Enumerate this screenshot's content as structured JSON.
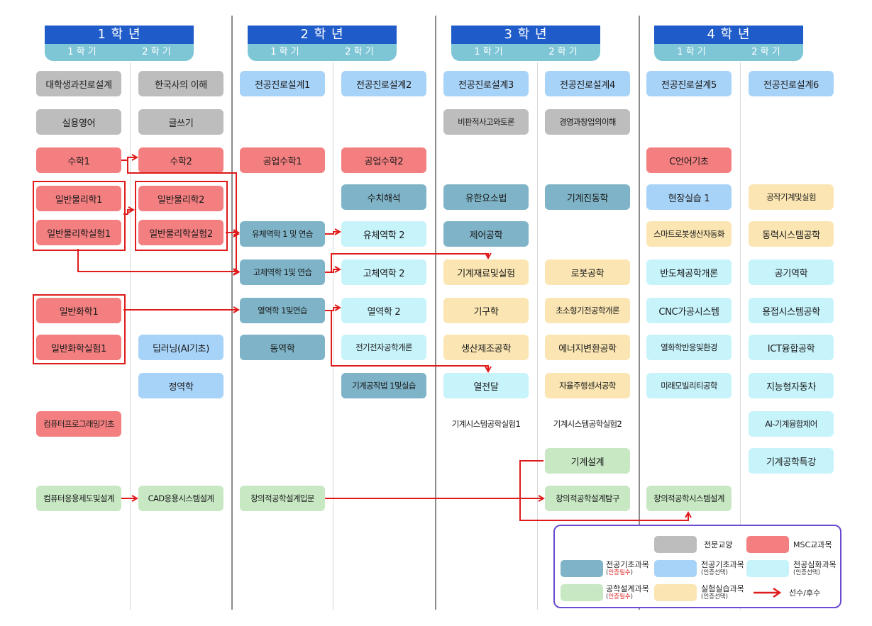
{
  "years": [
    {
      "label": "1 학 년",
      "sem1": "1 학 기",
      "sem2": "2 학 기"
    },
    {
      "label": "2 학 년",
      "sem1": "1 학 기",
      "sem2": "2 학 기"
    },
    {
      "label": "3 학 년",
      "sem1": "1 학 기",
      "sem2": "2 학 기"
    },
    {
      "label": "4 학 년",
      "sem1": "1 학 기",
      "sem2": "2 학 기"
    }
  ],
  "courses": {
    "y1s1": {
      "intro_career": "대학생과진로설계",
      "practical_english": "실용영어",
      "math1": "수학1",
      "physics1": "일반물리학1",
      "physics_lab1": "일반물리학실험1",
      "chemistry1": "일반화학1",
      "chemistry_lab1": "일반화학실험1",
      "programming_basics": "컴퓨터프로그래밍기초",
      "computer_drawing": "컴퓨터응용제도및설계"
    },
    "y1s2": {
      "korean_history": "한국사의 이해",
      "writing": "글쓰기",
      "math2": "수학2",
      "physics2": "일반물리학2",
      "physics_lab2": "일반물리학실험2",
      "deep_learning": "딥러닝(AI기초)",
      "statics": "정역학",
      "cad_systems": "CAD응용시스템설계"
    },
    "y2s1": {
      "career1": "전공진로설계1",
      "eng_math1": "공업수학1",
      "fluid1": "유체역학 1 및 연습",
      "solid1": "고체역학 1및 연습",
      "thermo1": "열역학 1및연습",
      "dynamics": "동역학",
      "creative_design_intro": "창의적공학설계입문"
    },
    "y2s2": {
      "career2": "전공진로설계2",
      "eng_math2": "공업수학2",
      "numerical": "수치해석",
      "fluid2": "유체역학 2",
      "solid2": "고체역학 2",
      "thermo2": "열역학 2",
      "electrical": "전기전자공학개론",
      "machining": "기계공작법 1및실습"
    },
    "y3s1": {
      "career3": "전공진로설계3",
      "critical_thinking": "비판적사고와토론",
      "fem": "유한요소법",
      "control": "제어공학",
      "materials_lab": "기계재료및실험",
      "mechanisms": "기구학",
      "manufacturing": "생산제조공학",
      "heat_transfer": "열전달",
      "mech_lab1": "기계시스템공학실험1"
    },
    "y3s2": {
      "career4": "전공진로설계4",
      "business": "경영과창업의이해",
      "vibration": "기계진동학",
      "robotics": "로봇공학",
      "micro_electro": "초소형기전공학개론",
      "energy_conversion": "에너지변환공학",
      "autonomous_sensor": "자율주행센서공학",
      "mech_lab2": "기계시스템공학실험2",
      "mech_design": "기계설계",
      "creative_design_explore": "창의적공학설계탐구"
    },
    "y4s1": {
      "career5": "전공진로설계5",
      "c_language": "C언어기초",
      "field_practice": "현장실습 1",
      "smart_robot": "스마트로봇생산자동화",
      "semiconductor": "반도체공학개론",
      "cnc": "CNC가공시스템",
      "thermochem": "열화학반응및환경",
      "future_mobility": "미래모빌리티공학",
      "creative_system_design": "창의적공학시스템설계"
    },
    "y4s2": {
      "career6": "전공진로설계6",
      "machine_tools": "공작기계및실험",
      "power_systems": "동력시스템공학",
      "aerodynamics": "공기역학",
      "welding": "용접시스템공학",
      "ict_convergence": "ICT융합공학",
      "intelligent_vehicle": "지능형자동차",
      "ai_control": "AI-기계융합제어",
      "special_topics": "기계공학특강"
    }
  },
  "legend": {
    "general": "전문교양",
    "msc": "MSC교과목",
    "basic_required": "전공기초과목",
    "basic_required_note": "인증필수",
    "basic_elective": "전공기초과목",
    "basic_elective_note": "(인증선택)",
    "advanced_elective": "전공심화과목",
    "advanced_elective_note": "(인증선택)",
    "design_required": "공학설계과목",
    "design_required_note": "인증필수",
    "lab_elective": "실험실습과목",
    "lab_elective_note": "(인증선택)",
    "prerequisite": "선수/후수"
  },
  "colors": {
    "banner": "#1f5cc9",
    "semester_band": "#7ec6d6",
    "general_gray": "#bdbdbd",
    "msc_red": "#f47f80",
    "basic_required_teal": "#7fb4c8",
    "basic_elective_blue": "#a8d3f8",
    "advanced_cyan": "#c7f3fb",
    "design_green": "#c8e8c4",
    "lab_yellow": "#fbe6b3",
    "arrow_red": "#e01b1b",
    "legend_border": "#6a4ad0"
  }
}
